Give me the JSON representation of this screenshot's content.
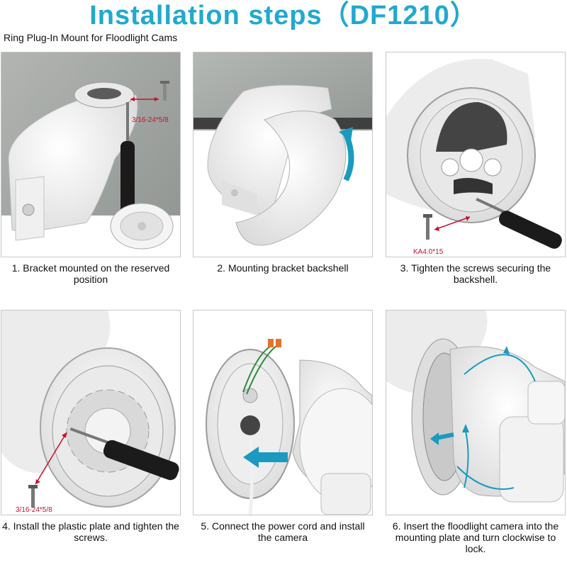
{
  "header": {
    "title": "Installation steps（DF1210）",
    "subtitle": "Ring Plug-In Mount for Floodlight Cams"
  },
  "steps": [
    {
      "caption": "1. Bracket mounted on the reserved position",
      "label": "3/16-24*5/8"
    },
    {
      "caption": "2. Mounting bracket backshell"
    },
    {
      "caption": "3. Tighten the screws securing the backshell.",
      "label": "KA4.0*15"
    },
    {
      "caption": "4. Install the plastic plate and tighten the screws.",
      "label": "3/16-24*5/8"
    },
    {
      "caption": "5. Connect the power cord and install the camera"
    },
    {
      "caption": "6. Insert the floodlight camera into the mounting plate and turn clockwise to lock."
    }
  ],
  "colors": {
    "title": "#21a9cf",
    "arrow_blue": "#1b9ac0",
    "label_red": "#c8102e",
    "ceiling": "#9ea3a0"
  }
}
